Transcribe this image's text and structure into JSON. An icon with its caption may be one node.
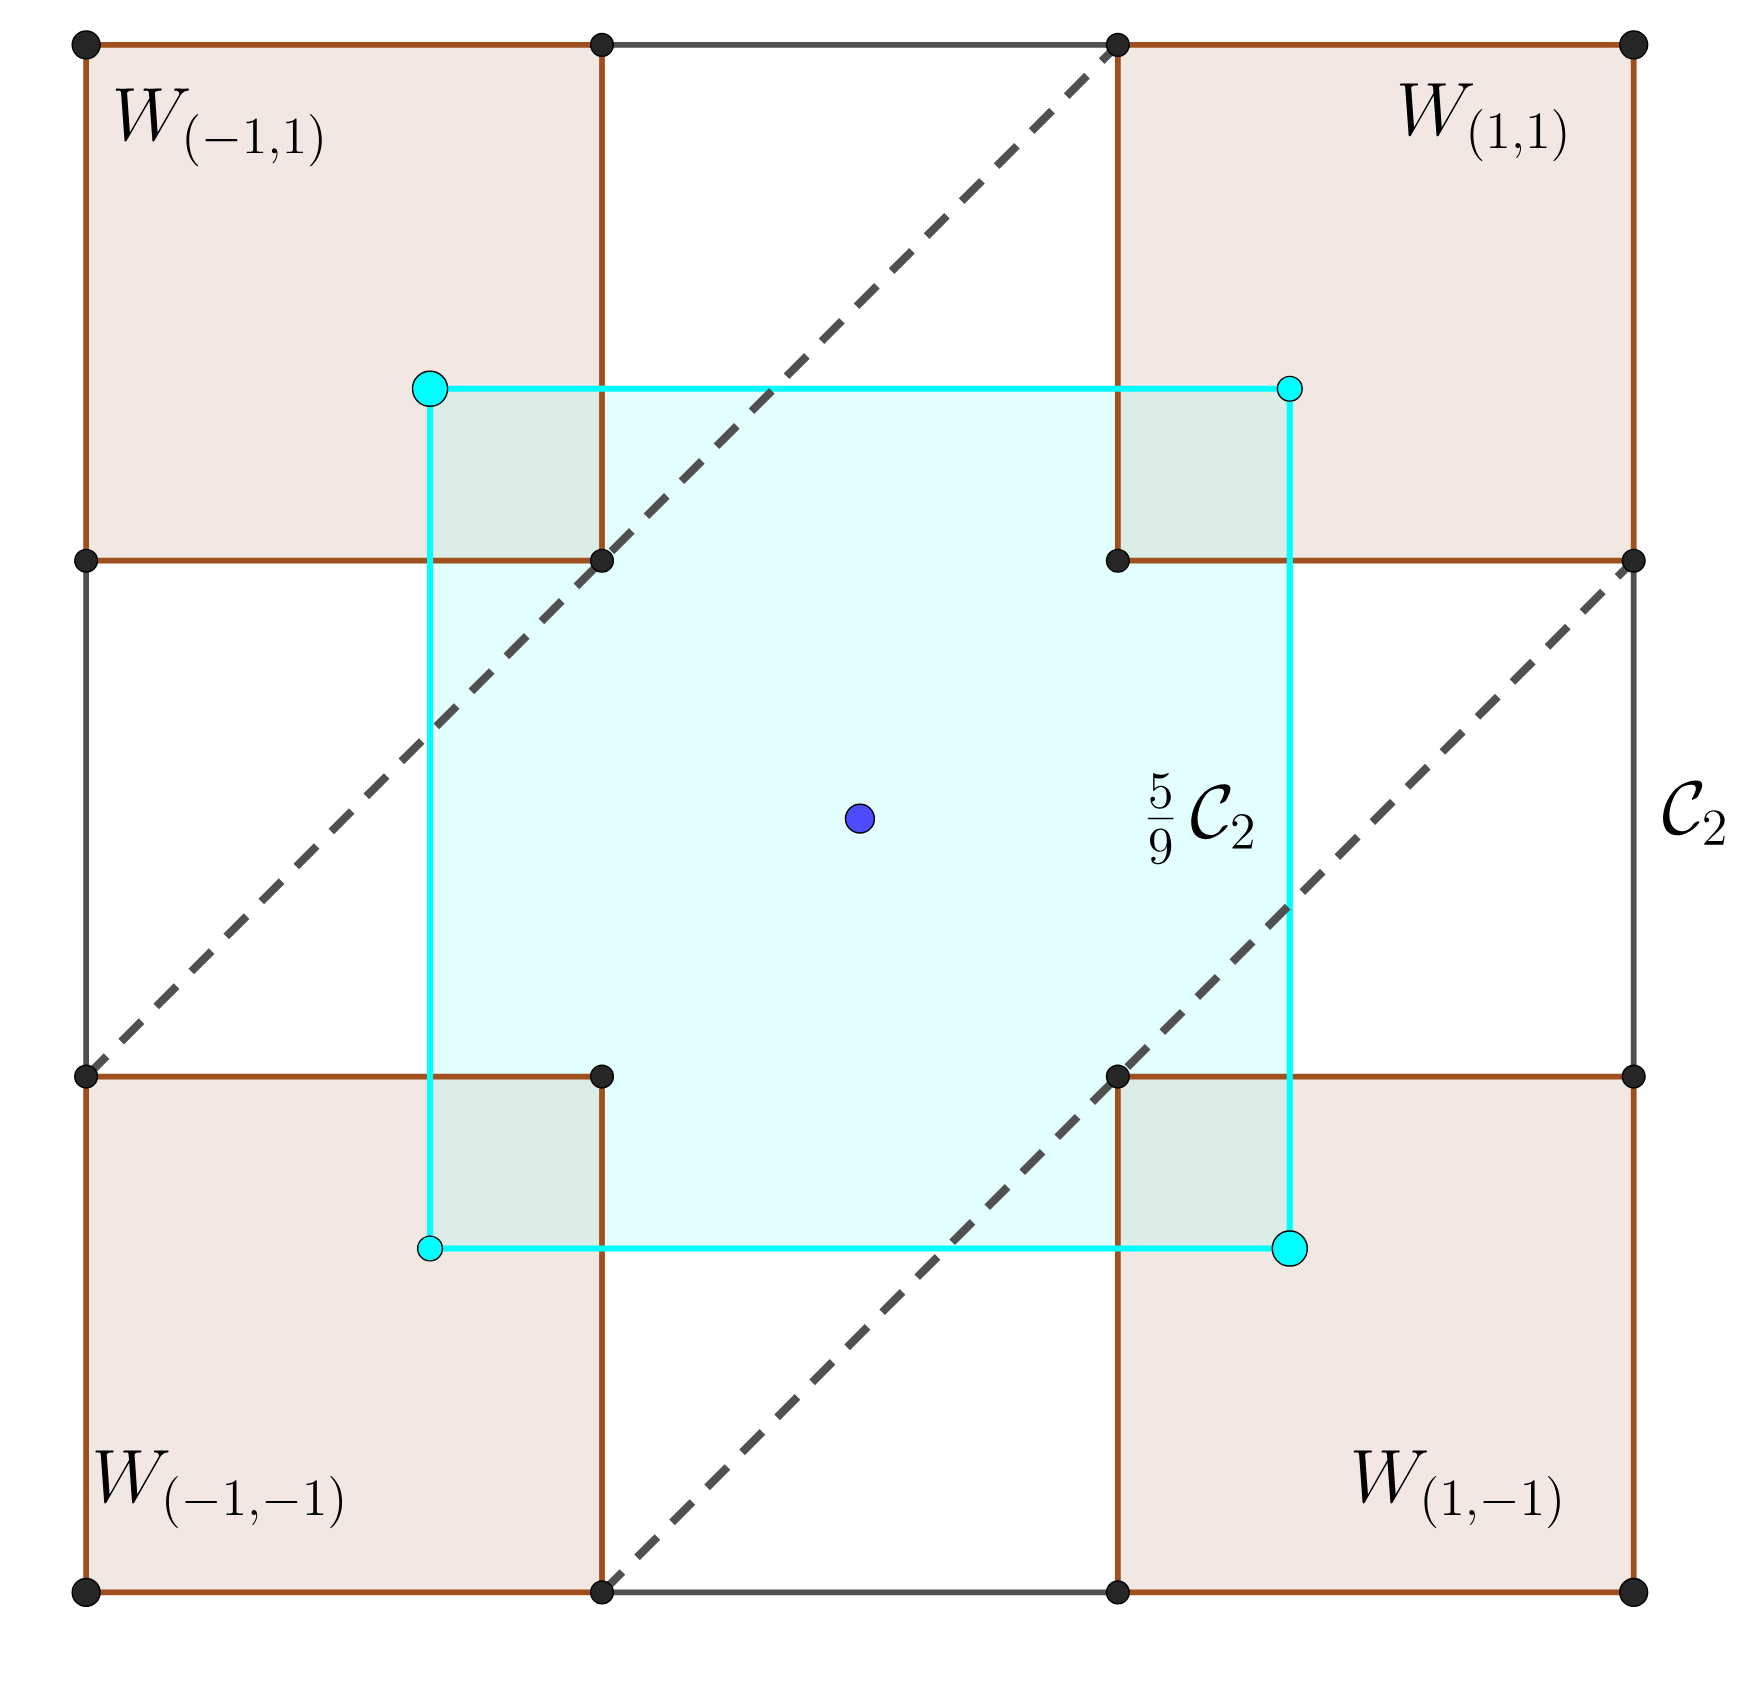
{
  "diagram": {
    "nodes": [
      {
        "text": [
          "W_{(-1,1)}"
        ]
      },
      {
        "text": [
          "W_{(1,1)}"
        ]
      },
      {
        "text": [
          "W_{(-1,-1)}"
        ]
      },
      {
        "text": [
          "W_{(1,-1)}"
        ]
      },
      {
        "text": [
          "\\frac{5}{9}\\,\\mathcal{C}_2"
        ]
      }
    ],
    "labels": [
      "\\mathcal{C}_2"
    ]
  }
}
